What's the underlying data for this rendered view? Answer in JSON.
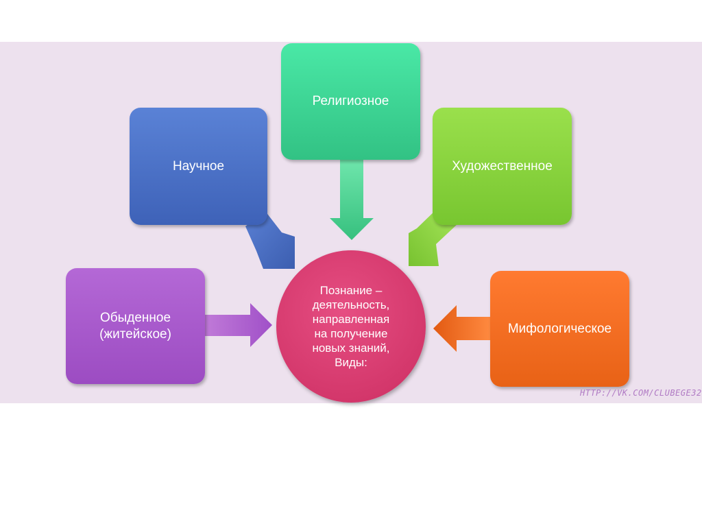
{
  "diagram": {
    "center": {
      "label": "Познание –\nдеятельность,\nнаправленная\nна получение\nновых знаний,\nВиды:",
      "color": "#d93a70"
    },
    "nodes": [
      {
        "id": "nauchnoe",
        "label": "Научное",
        "color": "#4a6fc4"
      },
      {
        "id": "religioznoe",
        "label": "Религиозное",
        "color": "#3ed494"
      },
      {
        "id": "hudozhestvennoe",
        "label": "Художественное",
        "color": "#86d43c"
      },
      {
        "id": "obydennoe",
        "label": "Обыденное\n(житейское)",
        "color": "#a654c8"
      },
      {
        "id": "mifologicheskoe",
        "label": "Мифологическое",
        "color": "#f0681e"
      }
    ],
    "watermark": {
      "text": "HTTP://VK.COM/CLUBEGE32",
      "color": "#b07ac4"
    }
  }
}
